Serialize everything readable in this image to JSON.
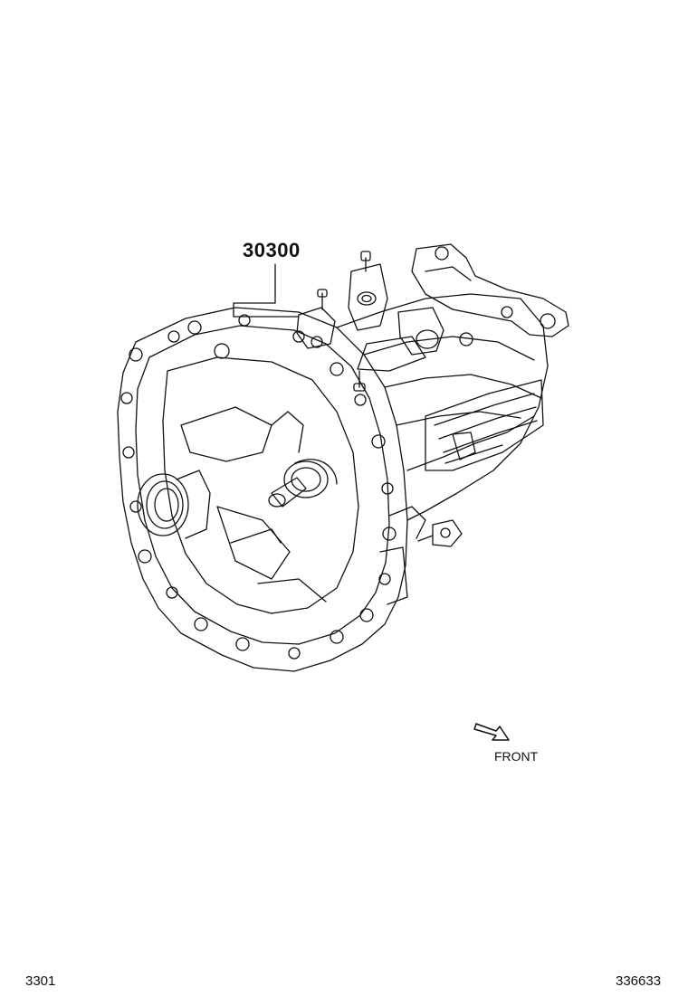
{
  "diagram": {
    "part_number": "30300",
    "direction_label": "FRONT",
    "illustration_code": "3301",
    "figure_id": "336633",
    "illustration": "transmission-assembly"
  }
}
